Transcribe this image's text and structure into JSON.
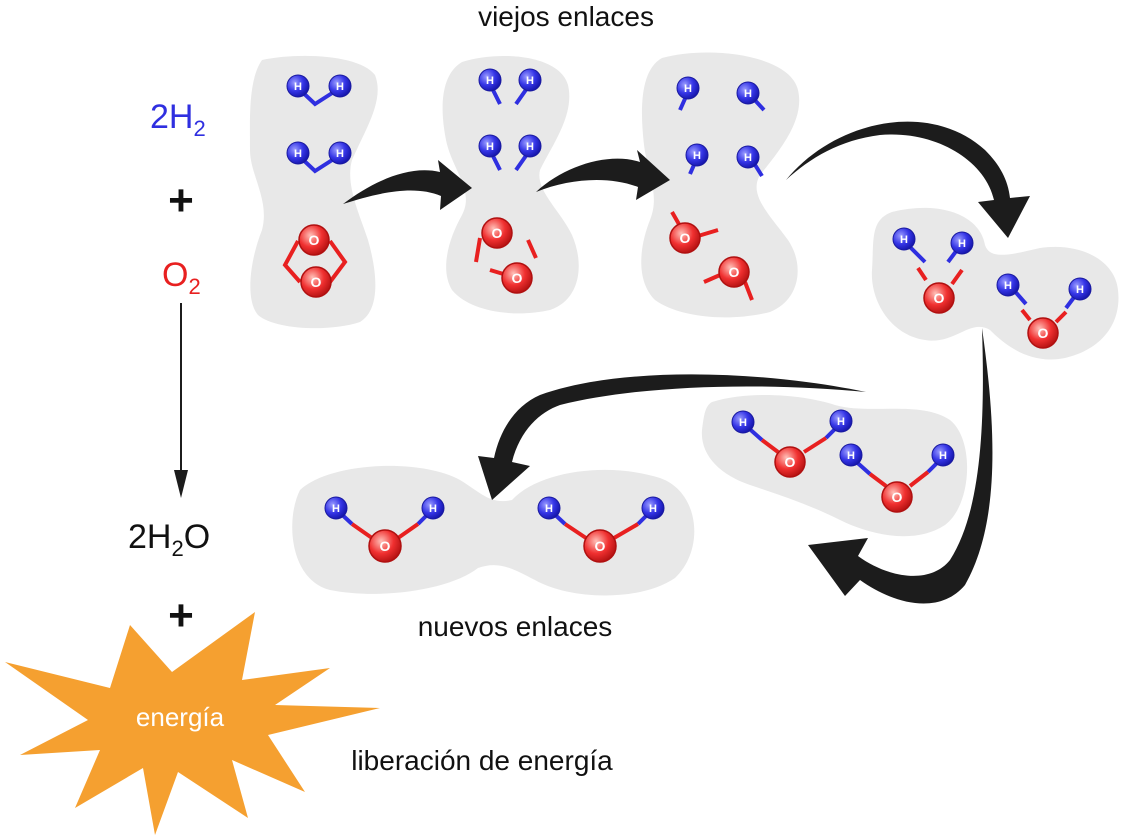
{
  "labels": {
    "old_bonds": "viejos enlaces",
    "new_bonds": "nuevos enlaces",
    "energy_release": "liberación de energía",
    "energy_burst": "energía",
    "plus": "+",
    "h2_coef": "2H",
    "h2_sub": "2",
    "o2_main": "O",
    "o2_sub": "2",
    "water_coef": "2H",
    "water_sub": "2",
    "water_tail": "O"
  },
  "atoms": {
    "hydrogen": "H",
    "oxygen": "O"
  },
  "colors": {
    "hydrogen": "#2f2fe0",
    "oxygen": "#e82020",
    "cloud": "#e8e8e8",
    "arrow": "#1c1c1c",
    "burst": "#f5a030",
    "text": "#111111"
  }
}
